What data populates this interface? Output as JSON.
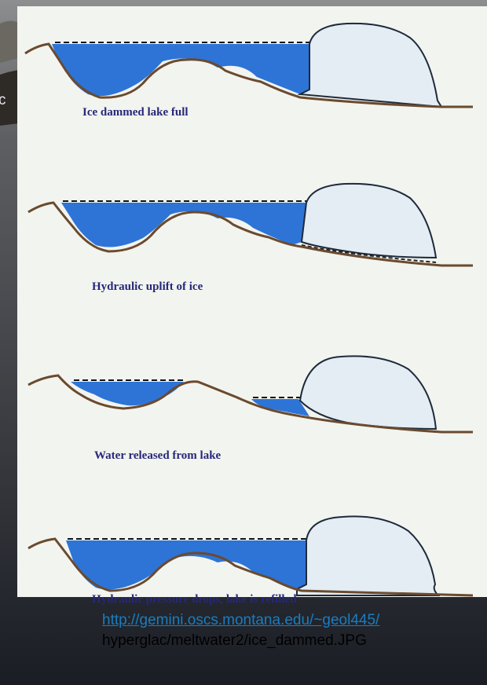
{
  "fragment_text": "c",
  "captions": [
    "Ice dammed lake full",
    "Hydraulic uplift of ice",
    "Water released from lake",
    "Hydraulic pressure drops, lake is refilled"
  ],
  "source": {
    "link": "http://gemini.oscs.montana.edu/~geol445/",
    "path": "hyperglac/meltwater2/ice_dammed.JPG"
  },
  "colors": {
    "paper": "#f2f4ef",
    "water": "#2d74d6",
    "ice": "#e4ecf4",
    "ice_outline": "#1e2a3a",
    "ground": "#6b4a2e",
    "caption": "#26287a",
    "link": "#1a7dc0"
  }
}
